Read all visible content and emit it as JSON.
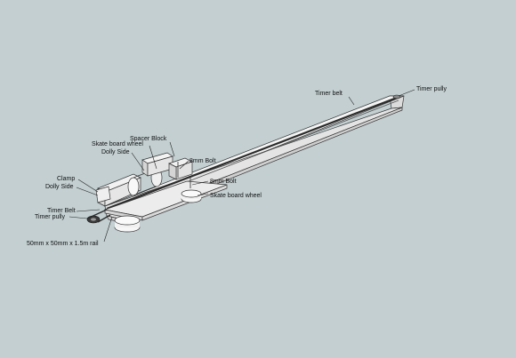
{
  "labels": {
    "timer_pully_top": "Timer pully",
    "timer_belt_top": "Timer belt",
    "spacer_block": "Spacer Block",
    "skate_wheel_top": "Skate board wheel",
    "dolly_side_top": "Dolly Side",
    "bolt_upper": "8mm Bolt",
    "bolt_lower": "8mm Bolt",
    "skate_wheel_lower": "Skate board wheel",
    "clamp": "Clamp",
    "dolly_side_left": "Dolly Side",
    "timer_belt_left": "Timer Belt",
    "timer_pully_left": "Timer pully",
    "rail": "50mm x 50mm x 1.5m rail"
  },
  "colors": {
    "background": "#c3cfd1",
    "rail_top": "#f4f4f4",
    "rail_side": "#e2e2e2",
    "belt": "#2b2b2b",
    "plate": "#ececec",
    "wheel": "#f7f7f7"
  }
}
